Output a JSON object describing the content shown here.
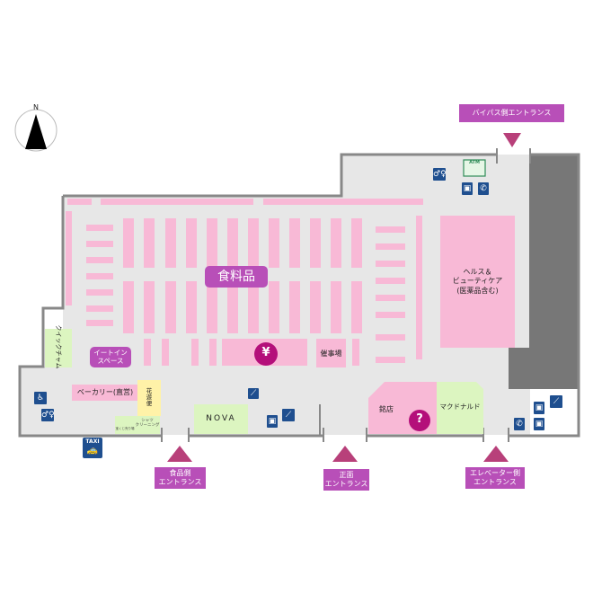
{
  "compass": {
    "north": "N"
  },
  "entrances": {
    "bypass": "バイパス側エントランス",
    "food_side": [
      "食品側",
      "エントランス"
    ],
    "main": [
      "正面",
      "エントランス"
    ],
    "elevator_side": [
      "エレベーター側",
      "エントランス"
    ]
  },
  "areas": {
    "food": "食料品",
    "eat_in": [
      "イートイン",
      "スペース"
    ],
    "bakery": "ベーカリー(直営)",
    "flower": [
      "花",
      "遊",
      "便"
    ],
    "quick": "クイックチャム",
    "cashier": "¥",
    "bargain": "催事場",
    "health": [
      "ヘルス＆",
      "ビューティケア",
      "(医薬品含む)"
    ],
    "nova": "NOVA",
    "shop": "銘店",
    "mcdonalds": "マクドナルド",
    "cleaning": [
      "クリーニング",
      "シャツ"
    ],
    "small_shop": "宝くじ売り場"
  },
  "icons": {
    "atm": "ATM",
    "taxi": "TAXI",
    "info": "?",
    "restroom": "restroom-icon",
    "wheelchair": "wheelchair-icon",
    "phone": "phone-icon",
    "escalator": "escalator-icon",
    "elevator": "elevator-icon"
  },
  "colors": {
    "pink": "#f8b9d6",
    "purple": "#b84fb8",
    "green": "#dcf5c0",
    "yellow": "#fff2a8",
    "navy": "#1f4f8f",
    "grey": "#e7e7e7",
    "dark": "#777777"
  }
}
